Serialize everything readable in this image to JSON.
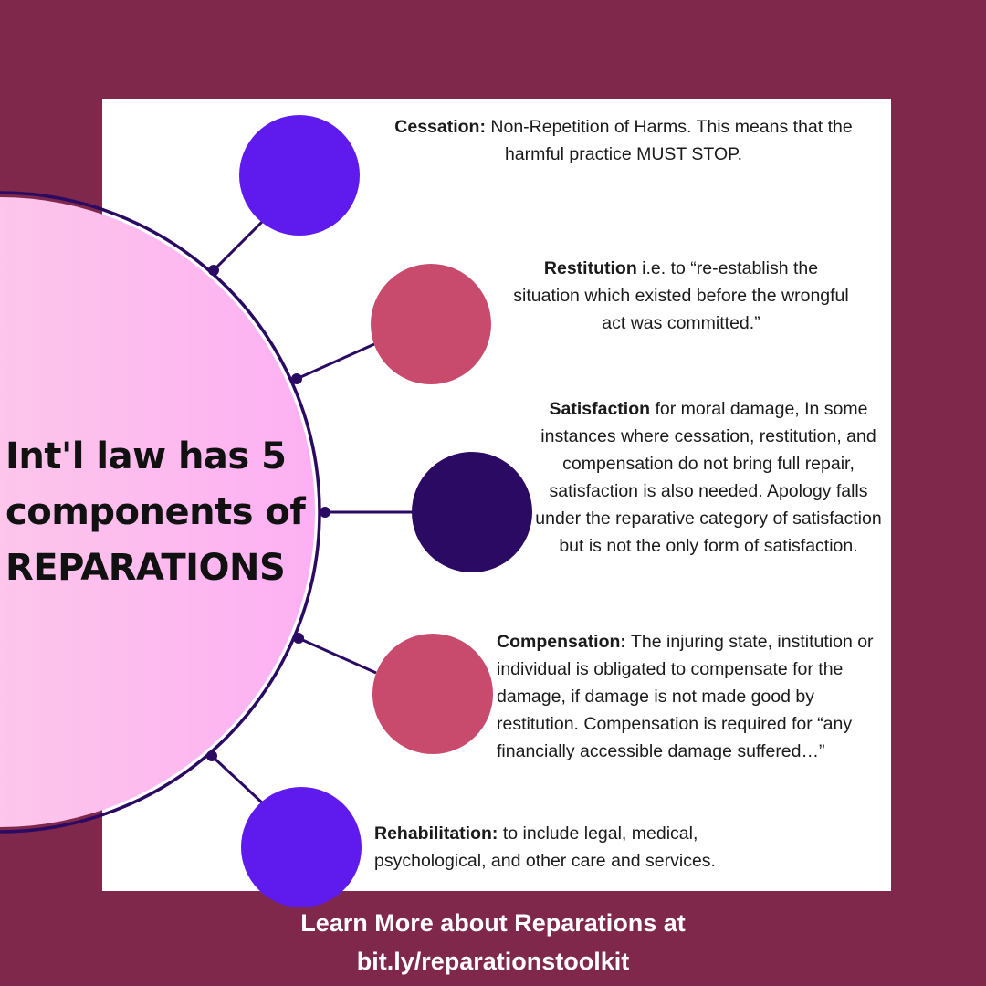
{
  "title": "Int'l law has 5 components of REPARATIONS",
  "components": [
    {
      "term": "Cessation:",
      "text": " Non-Repetition of Harms. This means that the harmful practice MUST STOP.",
      "color": "#5f1aee"
    },
    {
      "term": "Restitution",
      "text": " i.e. to “re-establish the situation which existed before the wrongful act was committed.”",
      "color": "#c84b6e"
    },
    {
      "term": "Satisfaction",
      "text": " for moral damage, In some instances where cessation, restitution, and compensation do not bring full repair, satisfaction is also needed. Apology falls under the reparative category of satisfaction but is not the only form of satisfaction.",
      "color": "#2a0a62"
    },
    {
      "term": "Compensation:",
      "text": " The injuring state, institution or individual is obligated to compensate for the damage, if damage is not made good by restitution. Compensation is required for “any financially accessible damage suffered…”",
      "color": "#c84b6e"
    },
    {
      "term": "Rehabilitation:",
      "text": " to include legal, medical, psychological, and other care and services.",
      "color": "#5f1aee"
    }
  ],
  "footer": {
    "line1": "Learn More about Reparations at",
    "line2": "bit.ly/reparationstoolkit"
  },
  "colors": {
    "background": "#7f284c",
    "panel": "#ffffff",
    "connector": "#2a0a62",
    "hub_gradient_start": "#fddbe3",
    "hub_gradient_end": "#fdb0f3"
  }
}
